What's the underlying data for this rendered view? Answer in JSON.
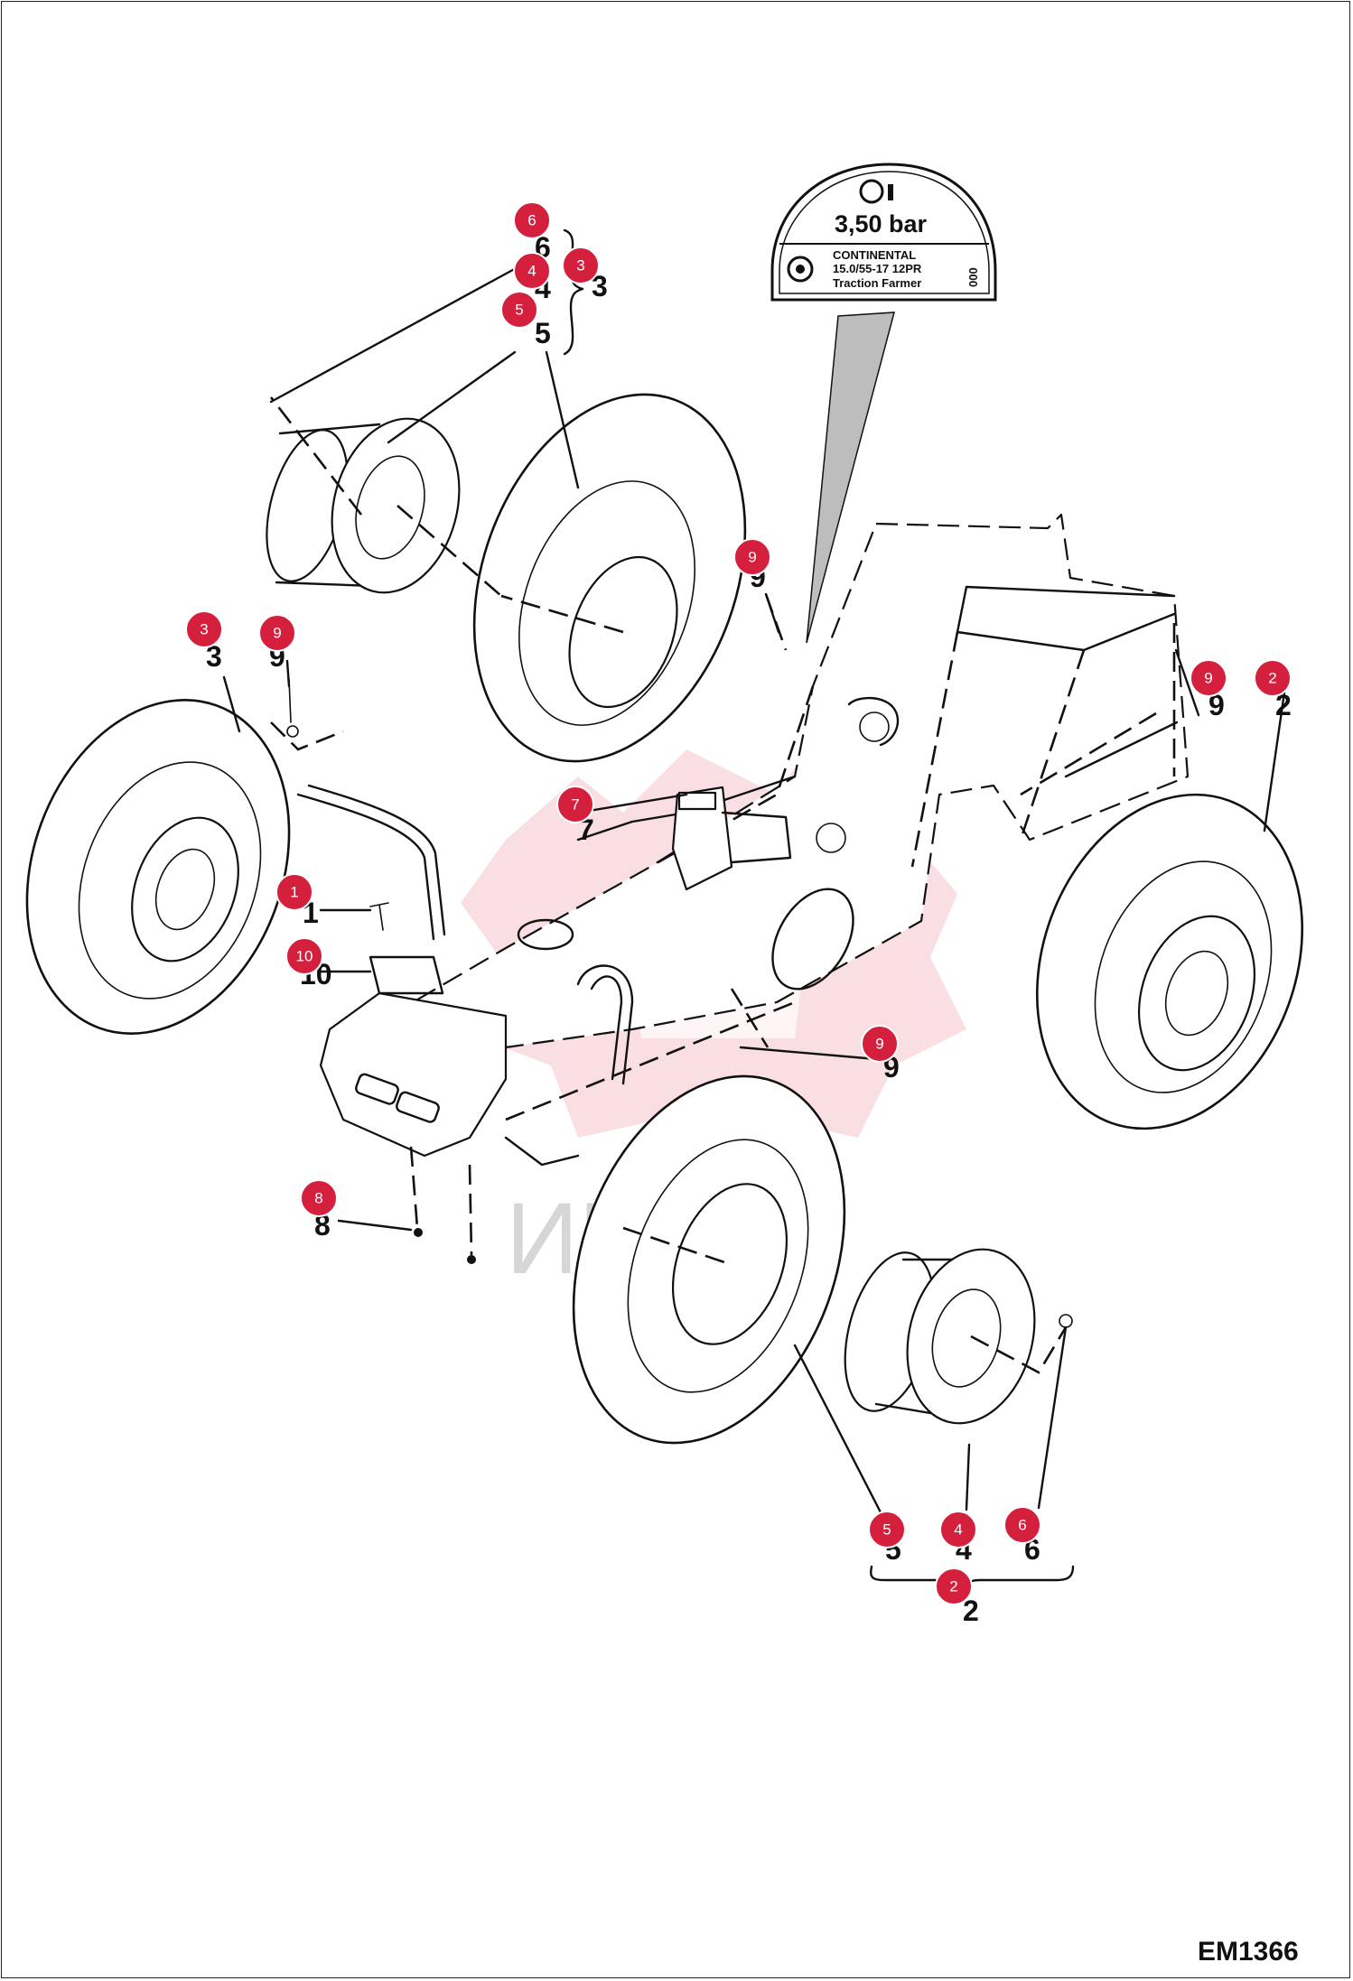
{
  "drawing_code": "EM1366",
  "watermark_text": "ИНТЕК",
  "pressure_label": {
    "pressure": "3,50 bar",
    "brand": "CONTINENTAL",
    "size": "15.0/55-17  12PR",
    "tread": "Traction Farmer",
    "sticker_id": "000"
  },
  "colors": {
    "badge": "#d41f3d",
    "watermark": "#f2b8c0",
    "line": "#111111"
  },
  "callouts": [
    {
      "number": "6"
    },
    {
      "number": "4"
    },
    {
      "number": "5"
    },
    {
      "number": "3"
    },
    {
      "number": "9"
    },
    {
      "number": "3"
    },
    {
      "number": "9"
    },
    {
      "number": "9"
    },
    {
      "number": "2"
    },
    {
      "number": "7"
    },
    {
      "number": "1"
    },
    {
      "number": "10"
    },
    {
      "number": "9"
    },
    {
      "number": "8"
    },
    {
      "number": "5"
    },
    {
      "number": "4"
    },
    {
      "number": "6"
    },
    {
      "number": "2"
    }
  ]
}
